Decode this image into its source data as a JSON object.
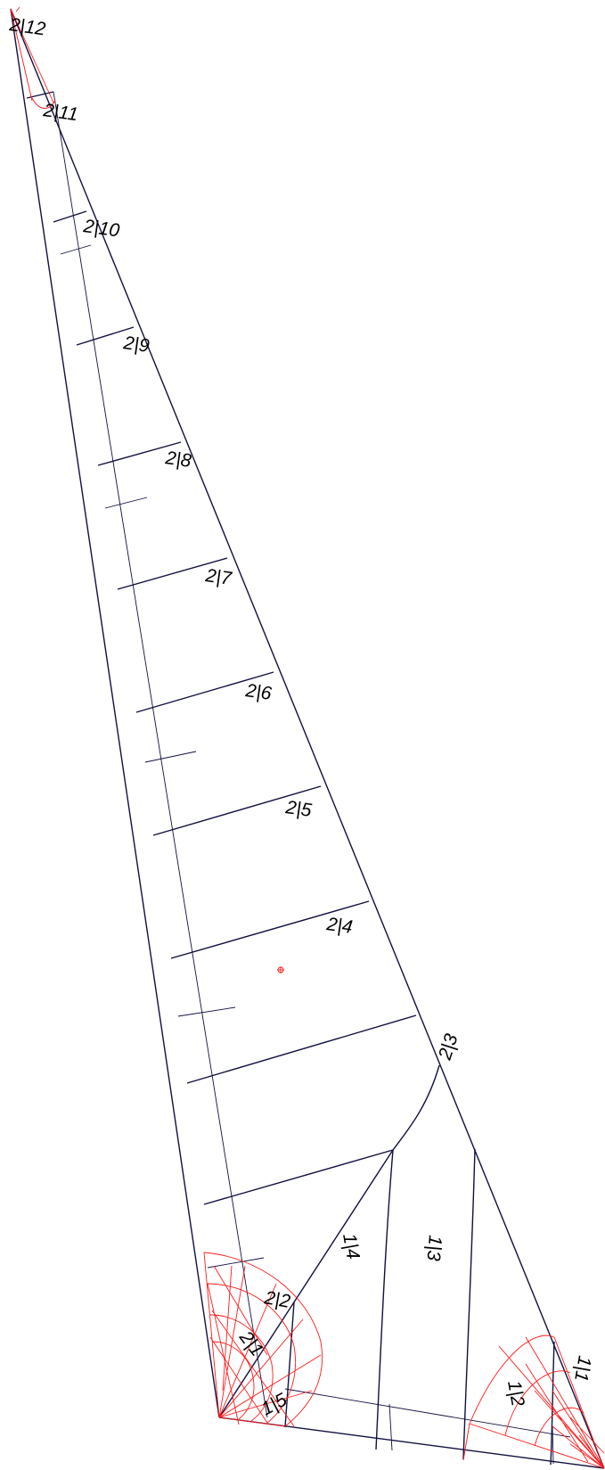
{
  "labels": {
    "p2_12": "2|12",
    "p2_11": "2|11",
    "p2_10": "2|10",
    "p2_9": "2|9",
    "p2_8": "2|8",
    "p2_7": "2|7",
    "p2_6": "2|6",
    "p2_5": "2|5",
    "p2_4": "2|4",
    "p2_3": "2|3",
    "p2_2": "2|2",
    "p2_1": "2|1",
    "p1_1": "1|1",
    "p1_2": "1|2",
    "p1_3": "1|3",
    "p1_4": "1|4",
    "p1_5": "1|5"
  },
  "colors": {
    "panel_lines": "#101040",
    "construction": "#ff1a1a"
  },
  "markers": [
    "centre-of-effort-icon"
  ]
}
